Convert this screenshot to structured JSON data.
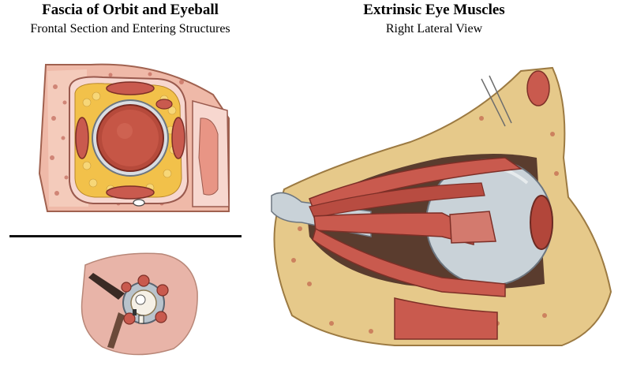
{
  "left_panel": {
    "title": "Fascia of Orbit and Eyeball",
    "subtitle": "Frontal Section and Entering Structures"
  },
  "right_panel": {
    "title": "Extrinsic Eye Muscles",
    "subtitle": "Right Lateral View"
  },
  "colors": {
    "bone_pink": "#efb9a8",
    "fat_yellow": "#f2c14a",
    "muscle_red": "#c95a4e",
    "sclera_grey": "#c9d2d8",
    "bone_tan": "#e6c98a"
  }
}
